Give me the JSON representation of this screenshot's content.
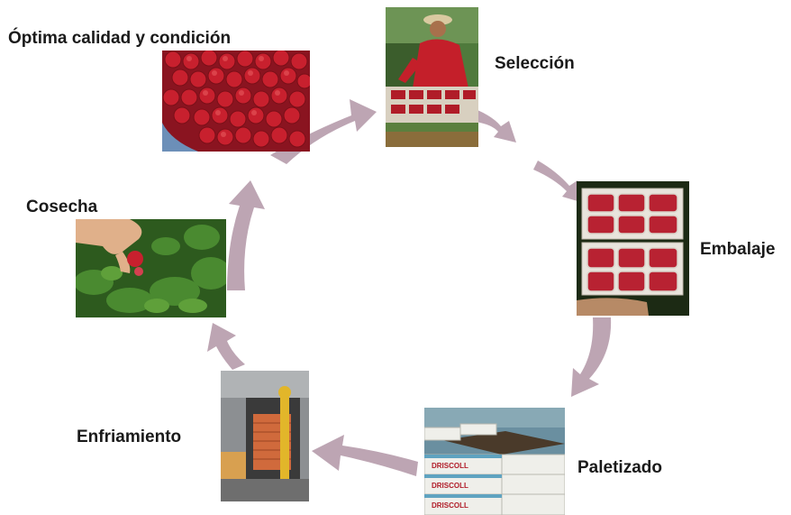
{
  "stages": {
    "optima": "Óptima calidad y condición",
    "seleccion": "Selección",
    "embalaje": "Embalaje",
    "paletizado": "Paletizado",
    "enfriamiento": "Enfriamiento",
    "cosecha": "Cosecha"
  },
  "colors": {
    "arrow": "#bda5b3",
    "raspberry": "#c8202e",
    "leaf": "#3f7a2a",
    "box": "#eae6df"
  },
  "icons": {
    "raspberries": "raspberry-bowl-photo",
    "selection": "worker-sorting-photo",
    "packing": "clamshell-tray-photo",
    "pallet": "pallet-boxes-photo",
    "cooling": "forklift-cold-room-photo",
    "harvest": "hand-picking-photo"
  },
  "stacked_box_text": "DRISCOLL"
}
